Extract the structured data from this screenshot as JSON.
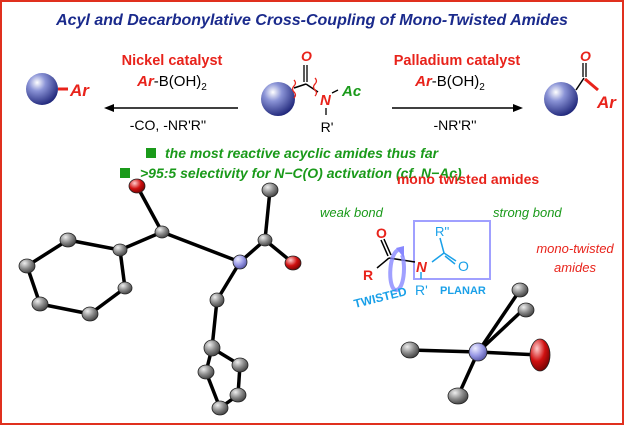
{
  "title": "Acyl and Decarbonylative Cross-Coupling of Mono-Twisted Amides",
  "left_reaction": {
    "catalyst": "Nickel catalyst",
    "reagent_ar": "Ar",
    "reagent_rest": "-B(OH)",
    "reagent_sub": "2",
    "byproducts": "-CO, -NR'R''",
    "product_group": "Ar"
  },
  "right_reaction": {
    "catalyst": "Palladium catalyst",
    "reagent_ar": "Ar",
    "reagent_rest": "-B(OH)",
    "reagent_sub": "2",
    "byproducts": "-NR'R''",
    "product_o": "O",
    "product_group": "Ar"
  },
  "substrate": {
    "o": "O",
    "n": "N",
    "ac": "Ac",
    "r1": "R'"
  },
  "bullets": [
    "the most reactive acyclic amides thus far",
    ">95:5 selectivity for N−C(O) activation (cf. N−Ac)"
  ],
  "inset": {
    "heading": "mono twisted amides",
    "weak_bond": "weak bond",
    "strong_bond": "strong bond",
    "side_label_1": "mono-twisted",
    "side_label_2": "amides",
    "o": "O",
    "r": "R",
    "n": "N",
    "r2": "R''",
    "o2": "O",
    "r1": "R'",
    "twisted": "TWISTED",
    "planar": "PLANAR"
  },
  "colors": {
    "border": "#e0301e",
    "title": "#1a2a8c",
    "red": "#e8231b",
    "green": "#1a9a1a",
    "blue": "#1aa0e8",
    "box": "#8888ff"
  }
}
